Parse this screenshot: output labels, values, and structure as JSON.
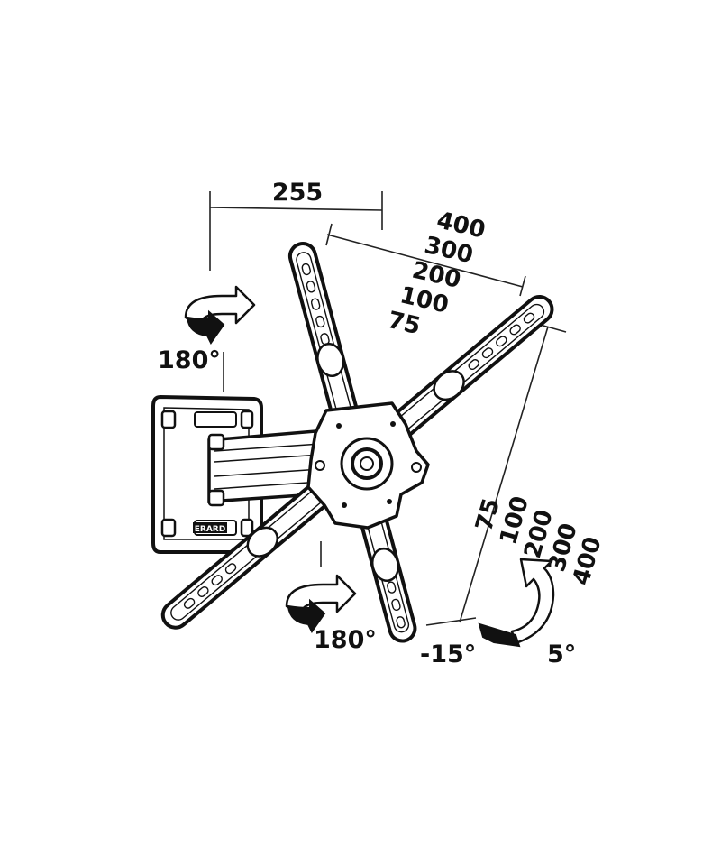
{
  "dimension": {
    "width_label": "255"
  },
  "vesa_vertical": [
    "400",
    "300",
    "200",
    "100",
    "75"
  ],
  "vesa_horizontal": [
    "75",
    "100",
    "200",
    "300",
    "400"
  ],
  "rotation": {
    "wall_swivel": "180°",
    "arm_swivel": "180°",
    "tilt_down": "-15°",
    "tilt_up": "5°"
  },
  "brand_plate": "ERARD",
  "icons": [
    "rotate-arrow-icon",
    "rotate-arrow-icon",
    "tilt-arrow-icon"
  ]
}
